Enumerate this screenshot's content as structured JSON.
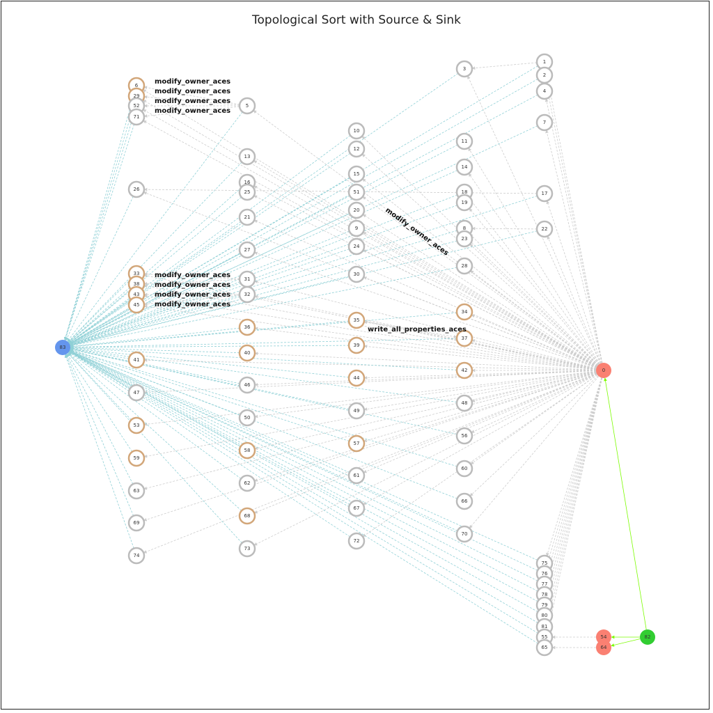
{
  "title": "Topological Sort with Source & Sink",
  "colors": {
    "sink": "#6495ED",
    "source": "#FA8072",
    "root": "#32CD32",
    "highlight": "#D2A679",
    "normal": "#BBBBBB",
    "sink_edge": "#8fd0d6",
    "source_edge": "#cccccc",
    "root_edge": "#7CFC00"
  },
  "nodes": {
    "sink": "83",
    "source": "0",
    "root": "82",
    "sources_extra": [
      "54",
      "64"
    ],
    "columns": [
      [
        [
          "6",
          "h"
        ],
        [
          "29",
          "h"
        ],
        [
          "52",
          "n"
        ],
        [
          "71",
          "n"
        ],
        [
          "26",
          "n"
        ],
        [
          "33",
          "h"
        ],
        [
          "38",
          "h"
        ],
        [
          "43",
          "h"
        ],
        [
          "45",
          "h"
        ],
        [
          "41",
          "h"
        ],
        [
          "47",
          "n"
        ],
        [
          "53",
          "h"
        ],
        [
          "59",
          "h"
        ],
        [
          "63",
          "n"
        ],
        [
          "69",
          "n"
        ],
        [
          "74",
          "n"
        ]
      ],
      [
        [
          "5",
          "n"
        ],
        [
          "13",
          "n"
        ],
        [
          "16",
          "n"
        ],
        [
          "25",
          "n"
        ],
        [
          "21",
          "n"
        ],
        [
          "27",
          "n"
        ],
        [
          "31",
          "n"
        ],
        [
          "32",
          "n"
        ],
        [
          "36",
          "h"
        ],
        [
          "40",
          "h"
        ],
        [
          "46",
          "n"
        ],
        [
          "50",
          "n"
        ],
        [
          "58",
          "h"
        ],
        [
          "62",
          "n"
        ],
        [
          "68",
          "h"
        ],
        [
          "73",
          "n"
        ]
      ],
      [
        [
          "10",
          "n"
        ],
        [
          "12",
          "n"
        ],
        [
          "15",
          "n"
        ],
        [
          "51",
          "n"
        ],
        [
          "20",
          "n"
        ],
        [
          "9",
          "n"
        ],
        [
          "24",
          "n"
        ],
        [
          "30",
          "n"
        ],
        [
          "35",
          "h"
        ],
        [
          "39",
          "h"
        ],
        [
          "44",
          "h"
        ],
        [
          "49",
          "n"
        ],
        [
          "57",
          "h"
        ],
        [
          "61",
          "n"
        ],
        [
          "67",
          "n"
        ],
        [
          "72",
          "n"
        ]
      ],
      [
        [
          "3",
          "n"
        ],
        [
          "11",
          "n"
        ],
        [
          "14",
          "n"
        ],
        [
          "18",
          "n"
        ],
        [
          "19",
          "n"
        ],
        [
          "8",
          "n"
        ],
        [
          "23",
          "n"
        ],
        [
          "28",
          "n"
        ],
        [
          "34",
          "h"
        ],
        [
          "37",
          "h"
        ],
        [
          "42",
          "h"
        ],
        [
          "48",
          "n"
        ],
        [
          "56",
          "n"
        ],
        [
          "60",
          "n"
        ],
        [
          "66",
          "n"
        ],
        [
          "70",
          "n"
        ]
      ],
      [
        [
          "1",
          "n"
        ],
        [
          "2",
          "n"
        ],
        [
          "4",
          "n"
        ],
        [
          "7",
          "n"
        ],
        [
          "17",
          "n"
        ],
        [
          "22",
          "n"
        ],
        [
          "75",
          "n"
        ],
        [
          "76",
          "n"
        ],
        [
          "77",
          "n"
        ],
        [
          "78",
          "n"
        ],
        [
          "79",
          "n"
        ],
        [
          "80",
          "n"
        ],
        [
          "81",
          "n"
        ],
        [
          "55",
          "n"
        ],
        [
          "65",
          "n"
        ]
      ]
    ]
  },
  "edges": {
    "extra": [
      [
        "5",
        "6"
      ],
      [
        "5",
        "29"
      ],
      [
        "5",
        "52"
      ],
      [
        "5",
        "71"
      ],
      [
        "31",
        "33"
      ],
      [
        "31",
        "38"
      ],
      [
        "32",
        "43"
      ],
      [
        "32",
        "45"
      ],
      [
        "1",
        "3"
      ],
      [
        "17",
        "26"
      ],
      [
        "22",
        "8"
      ],
      [
        "54",
        "55"
      ],
      [
        "64",
        "65"
      ],
      [
        "35",
        "37"
      ]
    ],
    "root_edges": [
      [
        "82",
        "0"
      ],
      [
        "82",
        "54"
      ],
      [
        "82",
        "64"
      ]
    ]
  },
  "edge_labels": [
    {
      "text": "modify_owner_aces"
    },
    {
      "text": "modify_owner_aces"
    },
    {
      "text": "modify_owner_aces"
    },
    {
      "text": "modify_owner_aces"
    },
    {
      "text": "modify_owner_aces"
    },
    {
      "text": "modify_owner_aces"
    },
    {
      "text": "modify_owner_aces"
    },
    {
      "text": "modify_owner_aces"
    },
    {
      "text": "modify_owner_aces"
    },
    {
      "text": "write_all_properties_aces"
    }
  ]
}
